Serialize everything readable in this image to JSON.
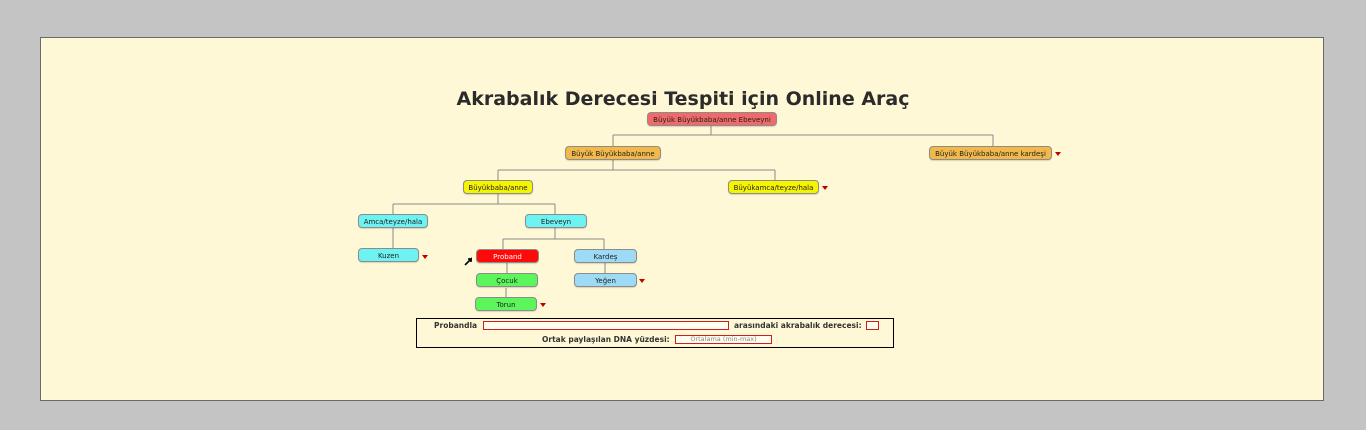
{
  "title": "Akrabalık Derecesi Tespiti için Online Araç",
  "colors": {
    "red": "#f06a6a",
    "orange": "#f2b94a",
    "yellow": "#f5f500",
    "cyan": "#6ef3f3",
    "proband": "#ff0a0a",
    "green": "#5cf55c",
    "lightblue": "#9ddaf5"
  },
  "tree": {
    "great_grandparent_parent": "Büyük Büyükbaba/anne Ebeveyni",
    "great_grandparent": "Büyük Büyükbaba/anne",
    "great_grandparent_sibling": "Büyük Büyükbaba/anne kardeşi",
    "grandparent": "Büyükbaba/anne",
    "great_uncle_aunt": "Büyükamca/teyze/hala",
    "uncle_aunt": "Amca/teyze/hala",
    "parent": "Ebeveyn",
    "cousin": "Kuzen",
    "proband": "Proband",
    "sibling": "Kardeş",
    "child": "Çocuk",
    "nephew_niece": "Yeğen",
    "grandchild": "Torun"
  },
  "result": {
    "proband_label": "Probandla",
    "relation_label": "arasındaki akrabalık derecesi:",
    "dna_label": "Ortak paylaşılan DNA yüzdesi:",
    "dna_placeholder": "Ortalama (min-max)"
  }
}
